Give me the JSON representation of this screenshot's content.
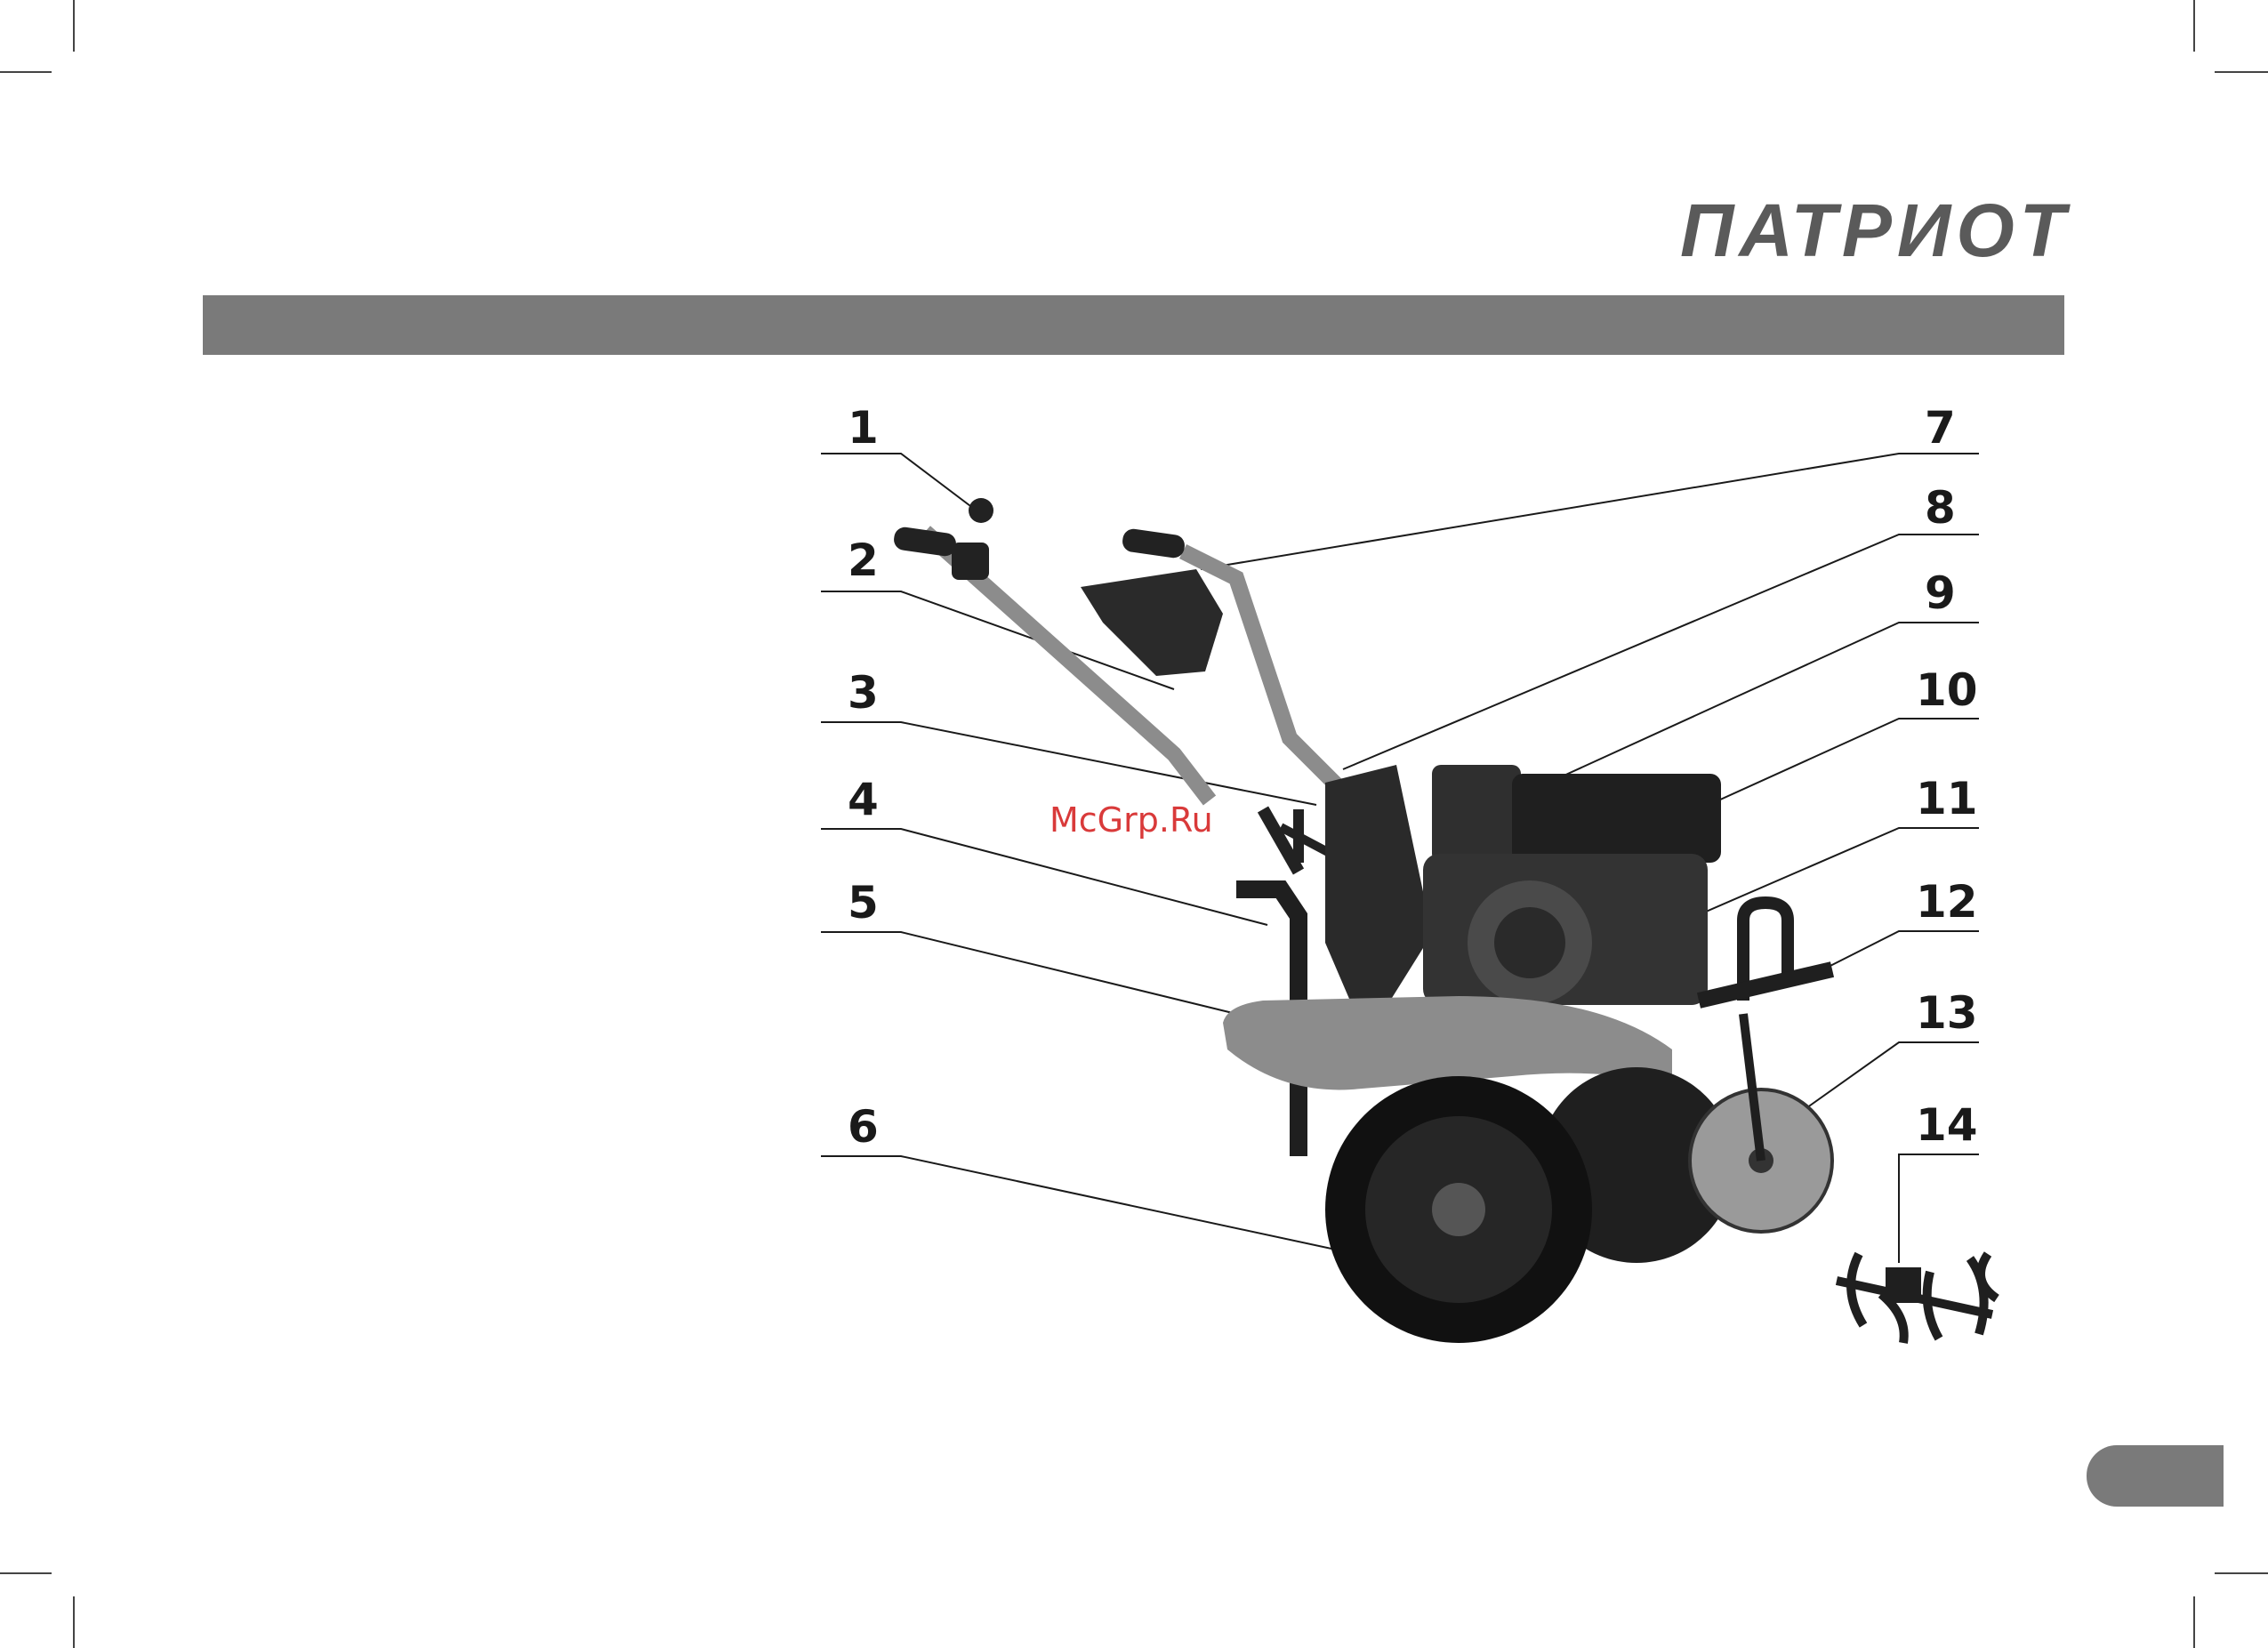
{
  "brand": {
    "logo_text": "ПАТРИОТ"
  },
  "watermark": "McGrp.Ru",
  "callouts": {
    "c1": "1",
    "c2": "2",
    "c3": "3",
    "c4": "4",
    "c5": "5",
    "c6": "6",
    "c7": "7",
    "c8": "8",
    "c9": "9",
    "c10": "10",
    "c11": "11",
    "c12": "12",
    "c13": "13",
    "c14": "14"
  },
  "colors": {
    "header_bar": "#7a7a7a",
    "logo": "#5a5a5a",
    "watermark": "#d93a3a",
    "machine_dark": "#222222",
    "machine_gray": "#8c8c8c"
  }
}
